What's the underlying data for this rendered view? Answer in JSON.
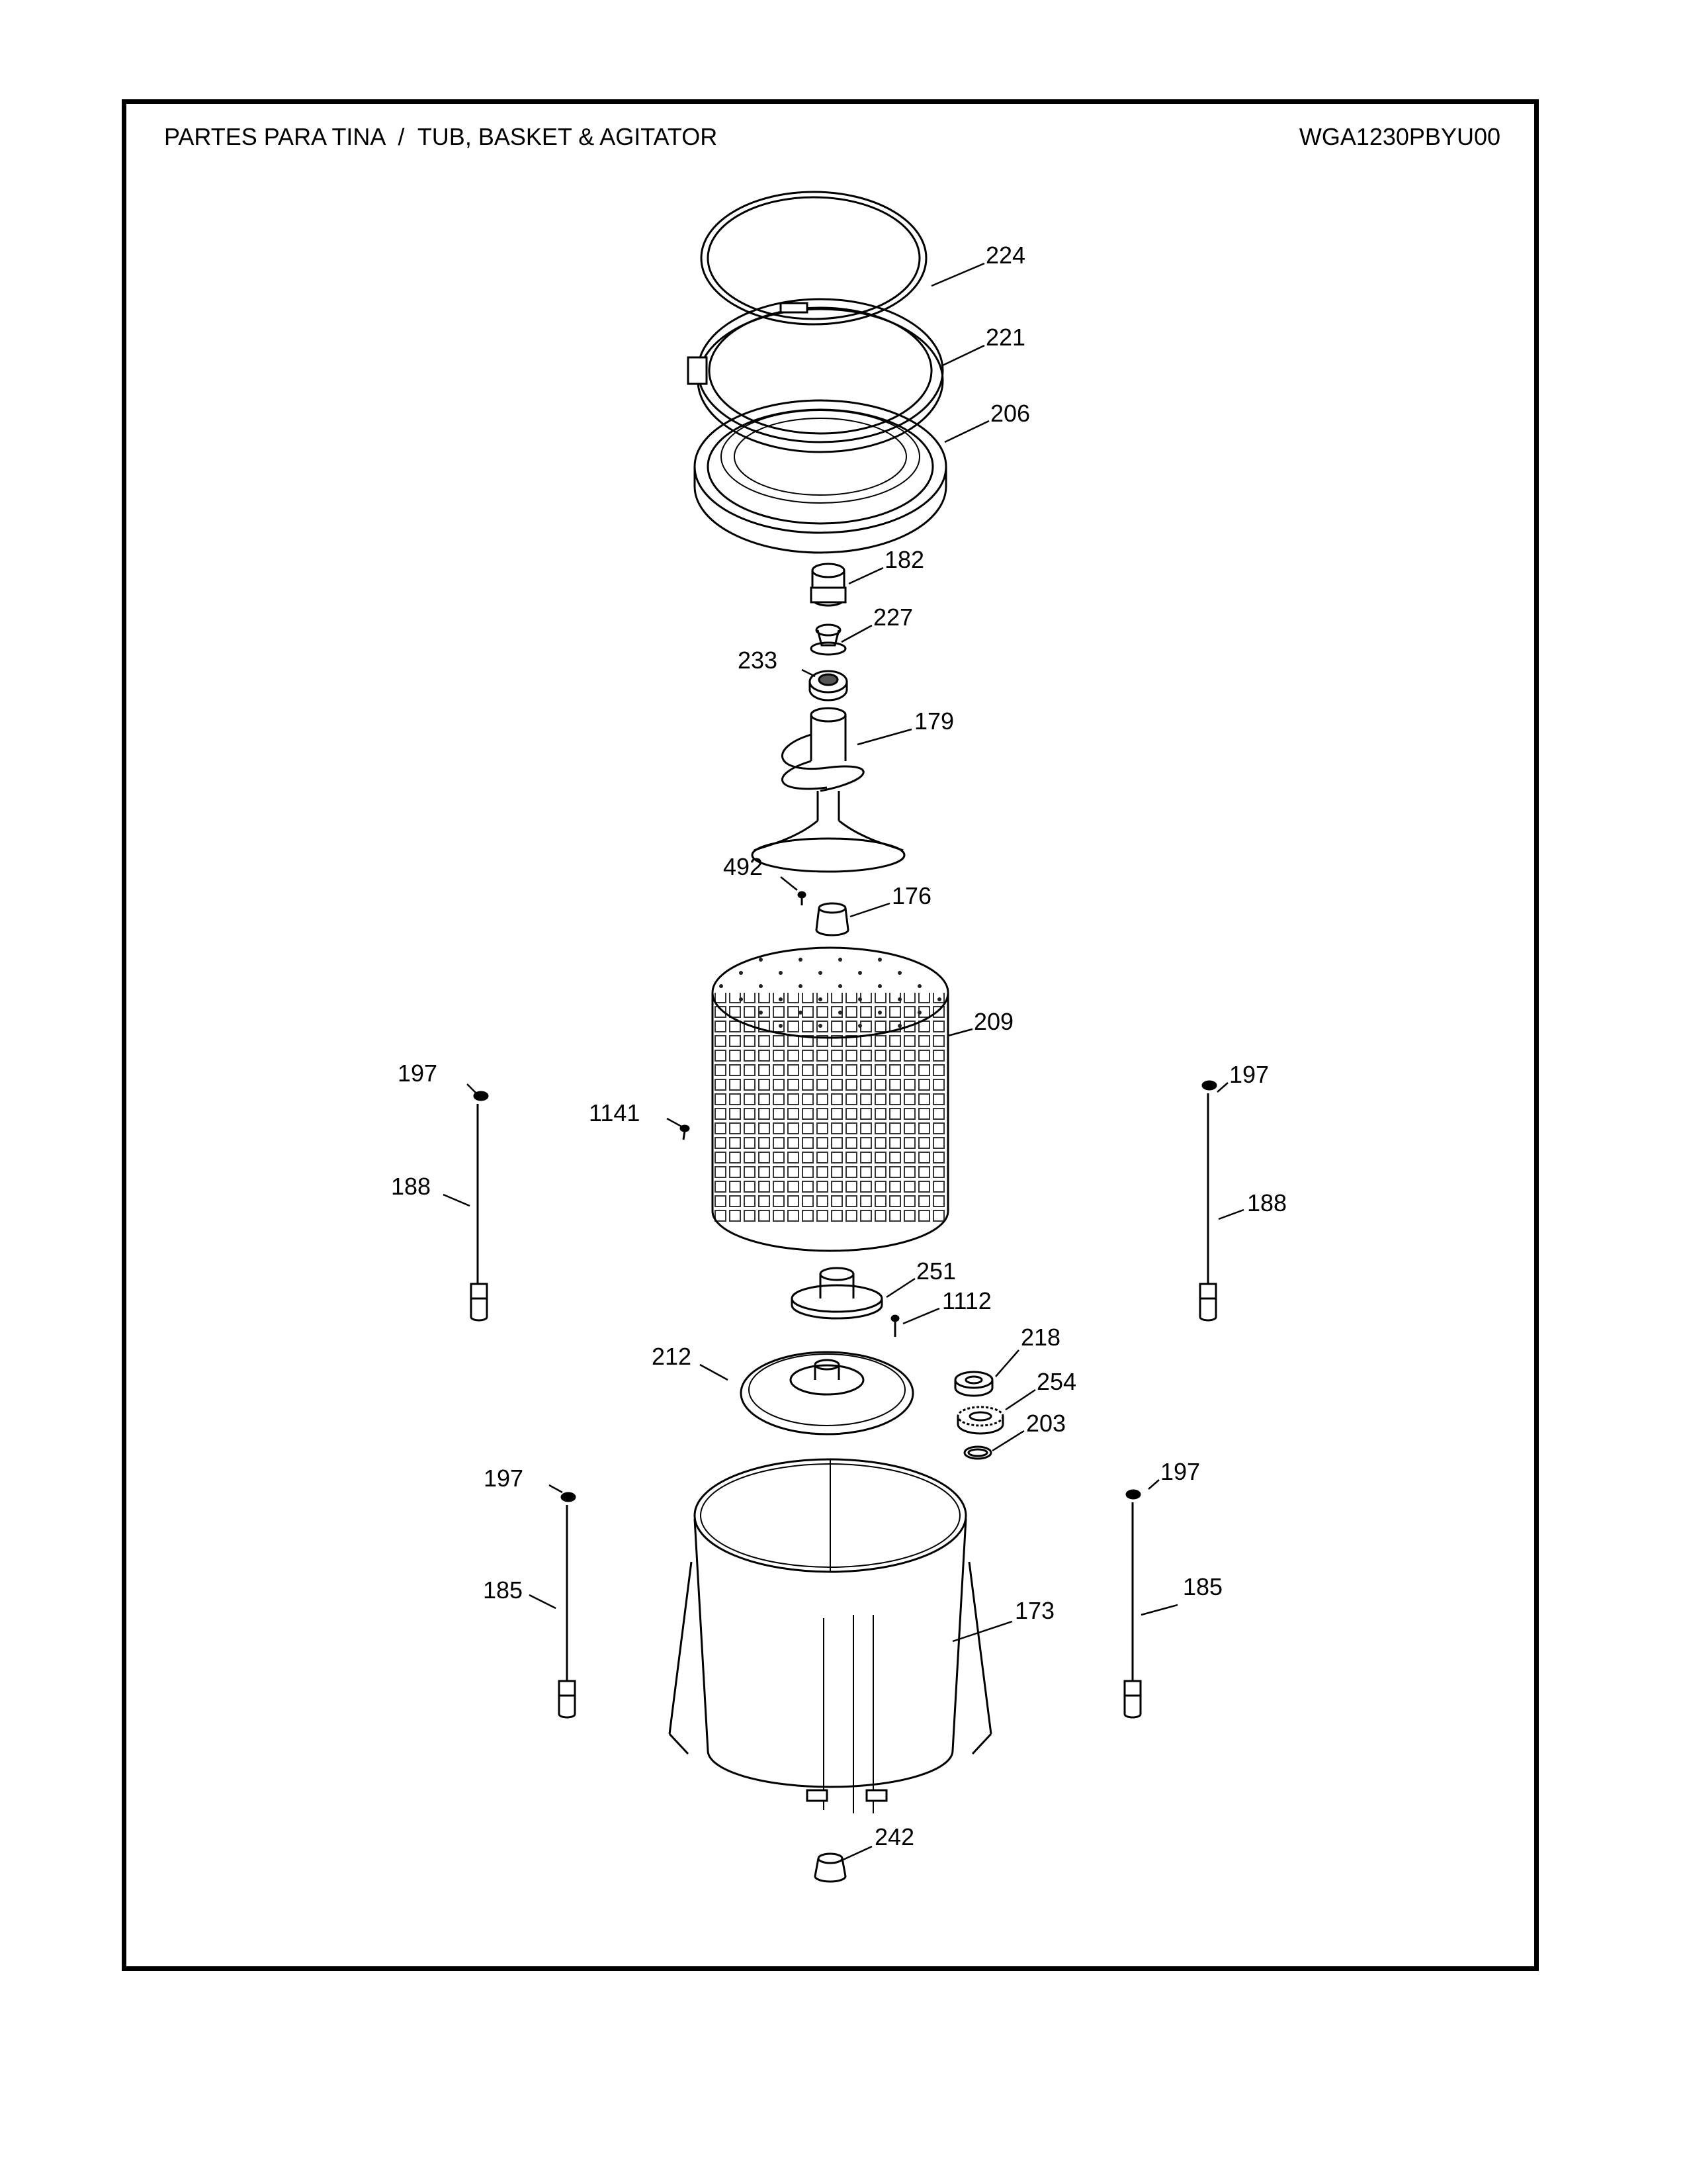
{
  "header": {
    "title": "PARTES PARA TINA  /  TUB, BASKET & AGITATOR",
    "model": "WGA1230PBYU00"
  },
  "callouts": {
    "c224": "224",
    "c221": "221",
    "c206": "206",
    "c182": "182",
    "c227": "227",
    "c233": "233",
    "c179": "179",
    "c492": "492",
    "c176": "176",
    "c209": "209",
    "c197_ul": "197",
    "c197_ur": "197",
    "c1141": "1141",
    "c188_l": "188",
    "c188_r": "188",
    "c251": "251",
    "c1112": "1112",
    "c218": "218",
    "c212": "212",
    "c254": "254",
    "c203": "203",
    "c197_ll": "197",
    "c197_lr": "197",
    "c185_l": "185",
    "c185_r": "185",
    "c173": "173",
    "c242": "242"
  }
}
